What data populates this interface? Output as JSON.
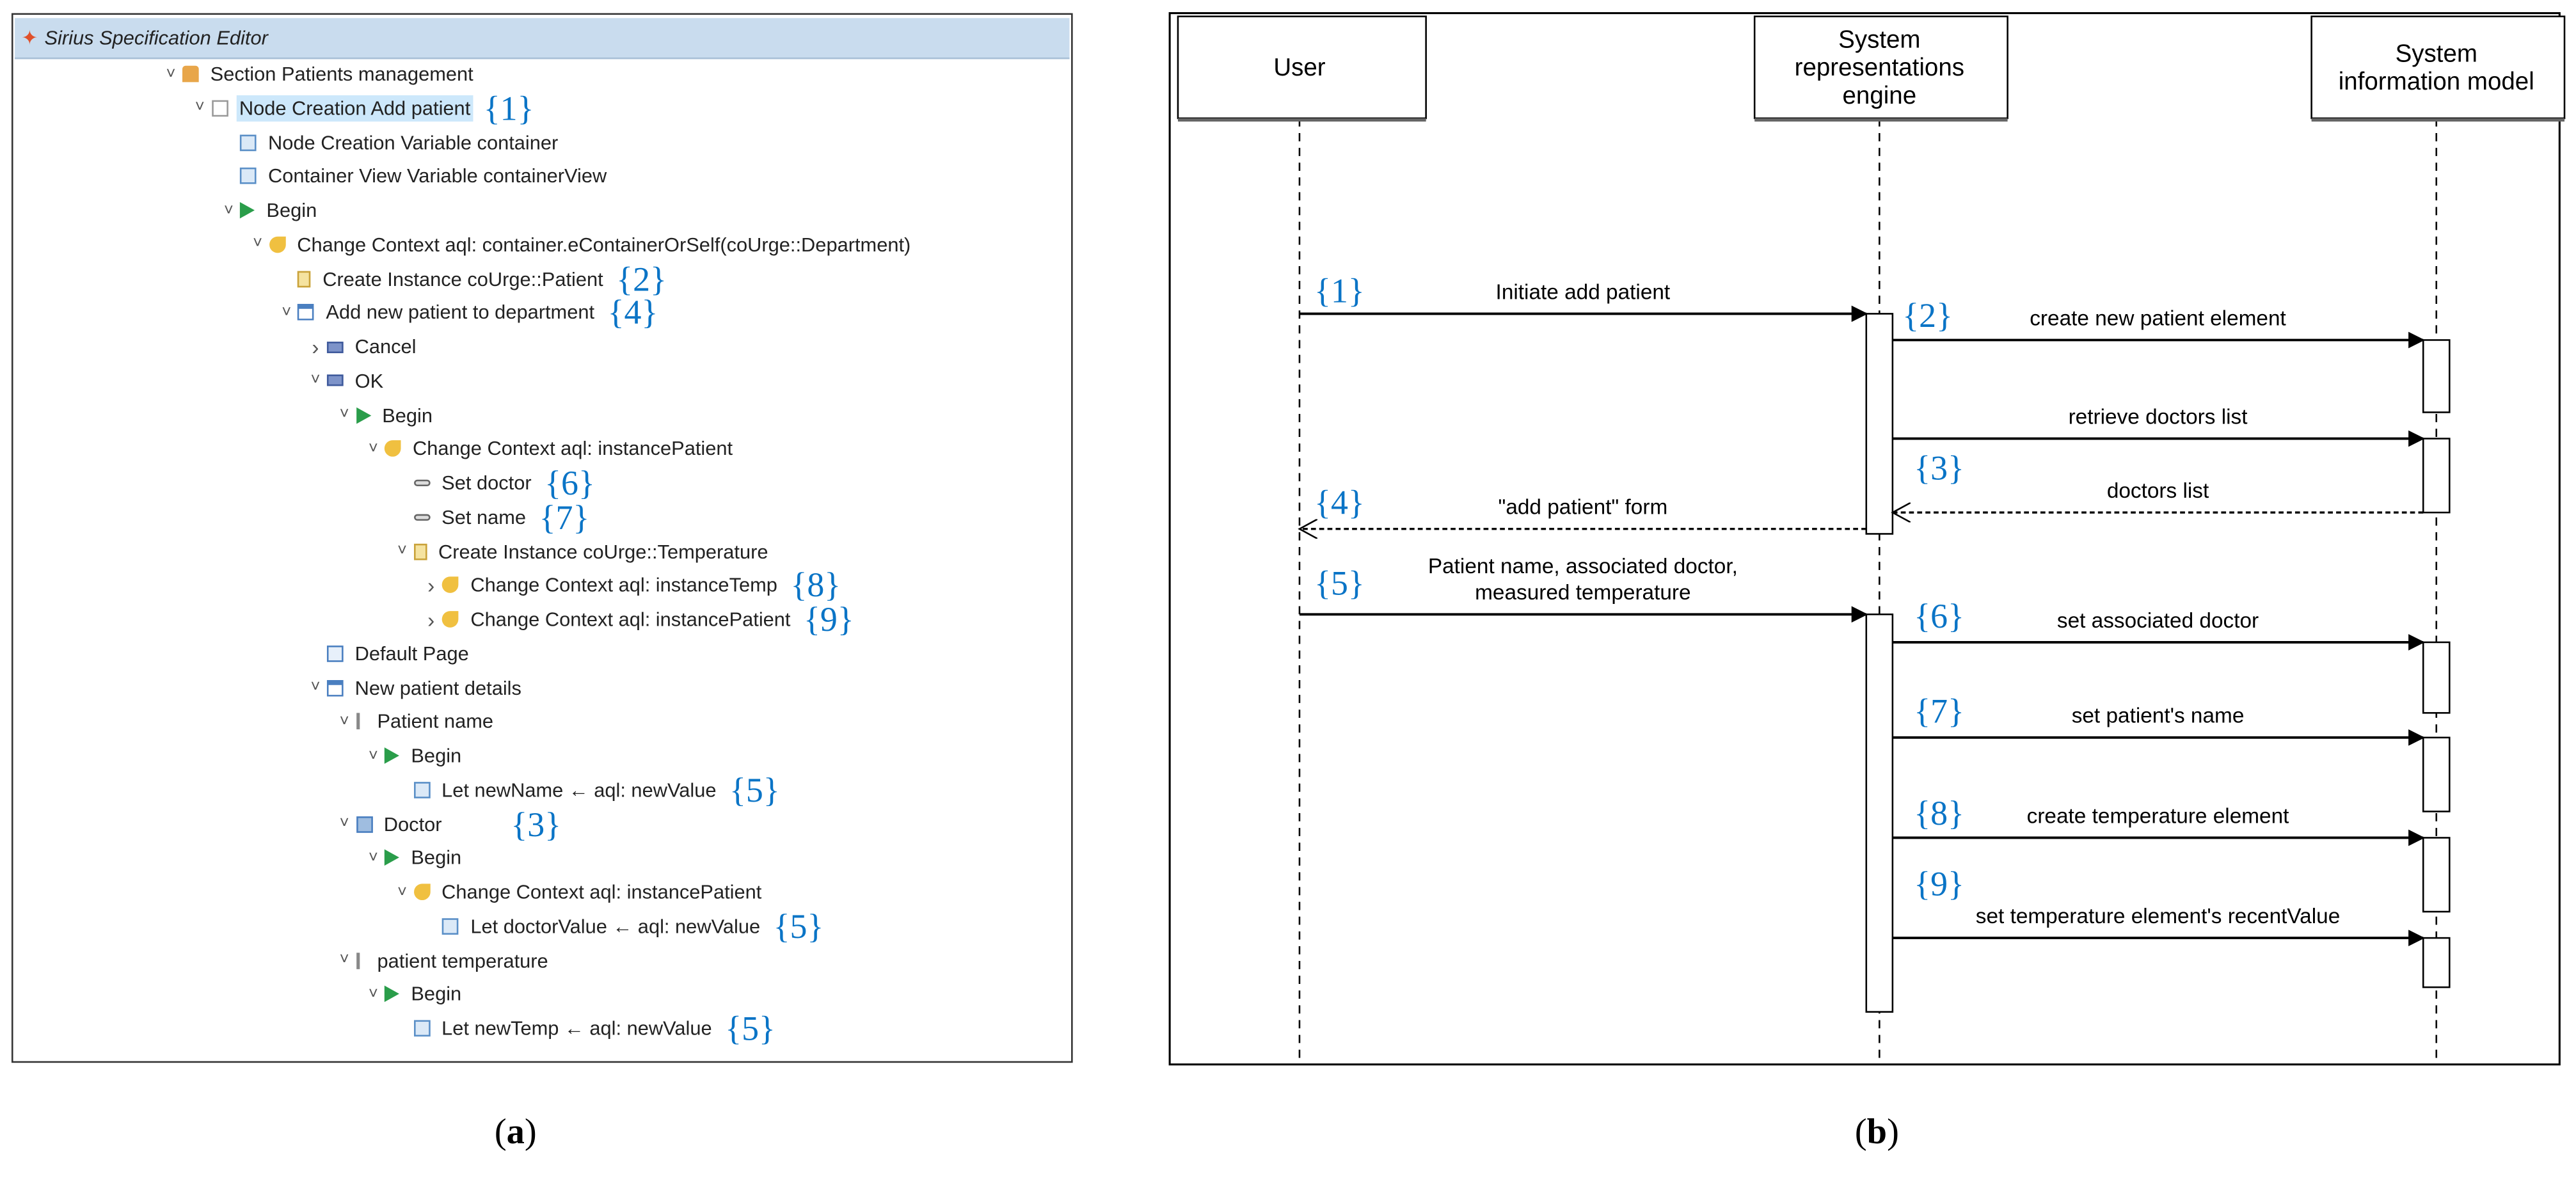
{
  "editor": {
    "title": "Sirius Specification Editor",
    "tree": [
      {
        "depth": 0,
        "expanded": true,
        "icon": "section-icon",
        "label": "Section Patients management"
      },
      {
        "depth": 1,
        "expanded": true,
        "icon": "node-creation-icon",
        "label": "Node Creation Add patient",
        "selected": true,
        "annotation": "{1}"
      },
      {
        "depth": 2,
        "icon": "variable-icon",
        "label": "Node Creation Variable container"
      },
      {
        "depth": 2,
        "icon": "variable-icon",
        "label": "Container View Variable containerView"
      },
      {
        "depth": 2,
        "expanded": true,
        "icon": "begin-icon",
        "label": "Begin"
      },
      {
        "depth": 3,
        "expanded": true,
        "icon": "change-context-icon",
        "label": "Change Context aql: container.eContainerOrSelf(coUrge::Department)"
      },
      {
        "depth": 4,
        "icon": "create-instance-icon",
        "label": "Create Instance coUrge::Patient",
        "annotation": "{2}"
      },
      {
        "depth": 4,
        "expanded": true,
        "icon": "dialog-icon",
        "label": "Add new patient to department",
        "annotation": "{4}"
      },
      {
        "depth": 5,
        "expanded": false,
        "icon": "button-icon",
        "label": "Cancel"
      },
      {
        "depth": 5,
        "expanded": true,
        "icon": "button-icon",
        "label": "OK"
      },
      {
        "depth": 6,
        "expanded": true,
        "icon": "begin-icon",
        "label": "Begin"
      },
      {
        "depth": 7,
        "expanded": true,
        "icon": "change-context-icon",
        "label": "Change Context aql: instancePatient"
      },
      {
        "depth": 8,
        "icon": "set-icon",
        "label": "Set doctor",
        "annotation": "{6}"
      },
      {
        "depth": 8,
        "icon": "set-icon",
        "label": "Set name",
        "annotation": "{7}"
      },
      {
        "depth": 8,
        "expanded": true,
        "icon": "create-instance-icon",
        "label": "Create Instance coUrge::Temperature"
      },
      {
        "depth": 9,
        "expanded": false,
        "icon": "change-context-icon",
        "label": "Change Context aql: instanceTemp",
        "annotation": "{8}"
      },
      {
        "depth": 9,
        "expanded": false,
        "icon": "change-context-icon",
        "label": "Change Context aql: instancePatient",
        "annotation": "{9}"
      },
      {
        "depth": 5,
        "icon": "page-icon",
        "label": "Default Page"
      },
      {
        "depth": 5,
        "expanded": true,
        "icon": "group-icon",
        "label": "New patient details"
      },
      {
        "depth": 6,
        "expanded": true,
        "icon": "text-widget-icon",
        "label": "Patient name"
      },
      {
        "depth": 7,
        "expanded": true,
        "icon": "begin-icon",
        "label": "Begin"
      },
      {
        "depth": 8,
        "icon": "let-icon",
        "label": "Let newName ← aql: newValue",
        "annotation": "{5}"
      },
      {
        "depth": 6,
        "expanded": true,
        "icon": "select-widget-icon",
        "label": "Doctor",
        "annotation": "{3}"
      },
      {
        "depth": 7,
        "expanded": true,
        "icon": "begin-icon",
        "label": "Begin"
      },
      {
        "depth": 8,
        "expanded": true,
        "icon": "change-context-icon",
        "label": "Change Context aql: instancePatient"
      },
      {
        "depth": 9,
        "icon": "let-icon",
        "label": "Let doctorValue ← aql: newValue",
        "annotation": "{5}"
      },
      {
        "depth": 6,
        "expanded": true,
        "icon": "text-widget-icon",
        "label": "patient temperature"
      },
      {
        "depth": 7,
        "expanded": true,
        "icon": "begin-icon",
        "label": "Begin"
      },
      {
        "depth": 8,
        "icon": "let-icon",
        "label": "Let newTemp ← aql: newValue",
        "annotation": "{5}"
      }
    ]
  },
  "sequence": {
    "lifelines": [
      {
        "lines": [
          "User"
        ]
      },
      {
        "lines": [
          "System",
          "representations",
          "engine"
        ]
      },
      {
        "lines": [
          "System",
          "information model"
        ]
      }
    ],
    "messages": [
      {
        "from": 0,
        "to": 1,
        "lines": [
          "Initiate add patient"
        ],
        "annotation": "{1}",
        "style": "solid"
      },
      {
        "from": 1,
        "to": 2,
        "lines": [
          "create new patient element"
        ],
        "annotation": "{2}",
        "style": "solid"
      },
      {
        "from": 1,
        "to": 2,
        "lines": [
          "retrieve doctors list"
        ],
        "annotation": "{3}",
        "style": "solid"
      },
      {
        "from": 2,
        "to": 1,
        "lines": [
          "doctors list"
        ],
        "style": "dashed"
      },
      {
        "from": 1,
        "to": 0,
        "lines": [
          "\"add patient\" form"
        ],
        "annotation": "{4}",
        "style": "dashed"
      },
      {
        "from": 0,
        "to": 1,
        "lines": [
          "Patient name, associated doctor,",
          "measured temperature"
        ],
        "annotation": "{5}",
        "style": "solid"
      },
      {
        "from": 1,
        "to": 2,
        "lines": [
          "set associated doctor"
        ],
        "annotation": "{6}",
        "style": "solid"
      },
      {
        "from": 1,
        "to": 2,
        "lines": [
          "set patient's name"
        ],
        "annotation": "{7}",
        "style": "solid"
      },
      {
        "from": 1,
        "to": 2,
        "lines": [
          "create temperature element"
        ],
        "annotation": "{8}",
        "style": "solid"
      },
      {
        "from": 1,
        "to": 2,
        "lines": [
          "set temperature element's recentValue"
        ],
        "annotation": "{9}",
        "style": "solid"
      }
    ],
    "annotation_color": "#0a74c6"
  },
  "captions": {
    "a": "a",
    "b": "b"
  }
}
